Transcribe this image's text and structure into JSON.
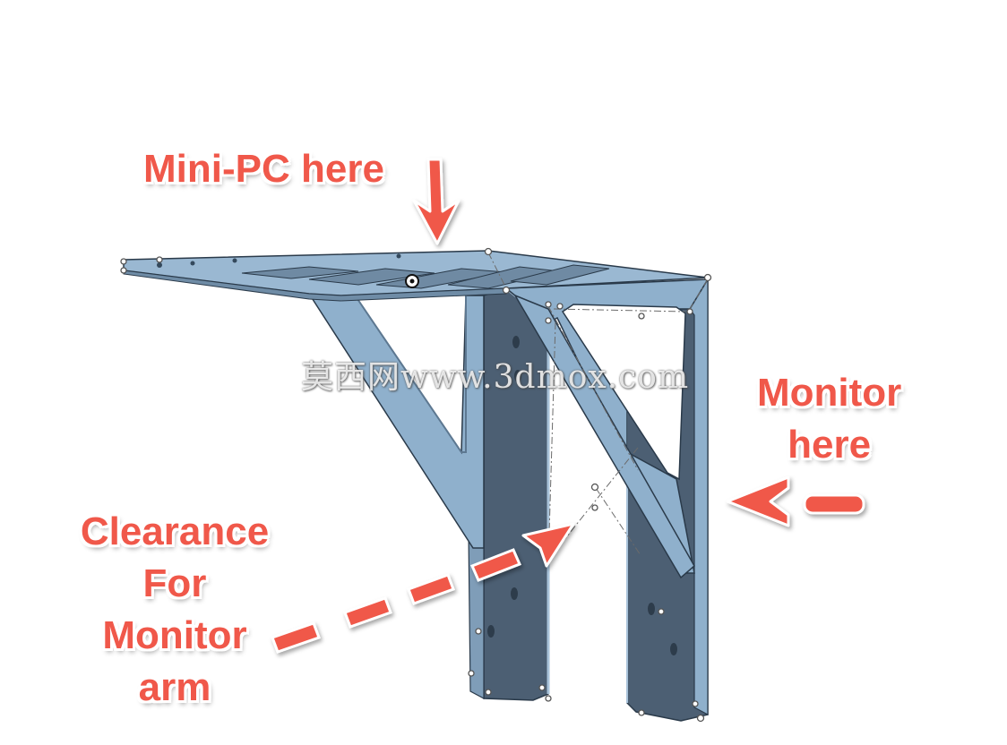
{
  "callouts": {
    "mini_pc": "Mini-PC here",
    "monitor_line1": "Monitor",
    "monitor_line2": "here",
    "clearance_line1": "Clearance",
    "clearance_line2": "For",
    "clearance_line3": "Monitor",
    "clearance_line4": "arm"
  },
  "watermark": "莫西网www.3dmox.com",
  "colors": {
    "annotation": "#f0584a",
    "part_light": "#8fb0cc",
    "part_dark": "#4c5f73",
    "edge": "#2a3a4a"
  }
}
